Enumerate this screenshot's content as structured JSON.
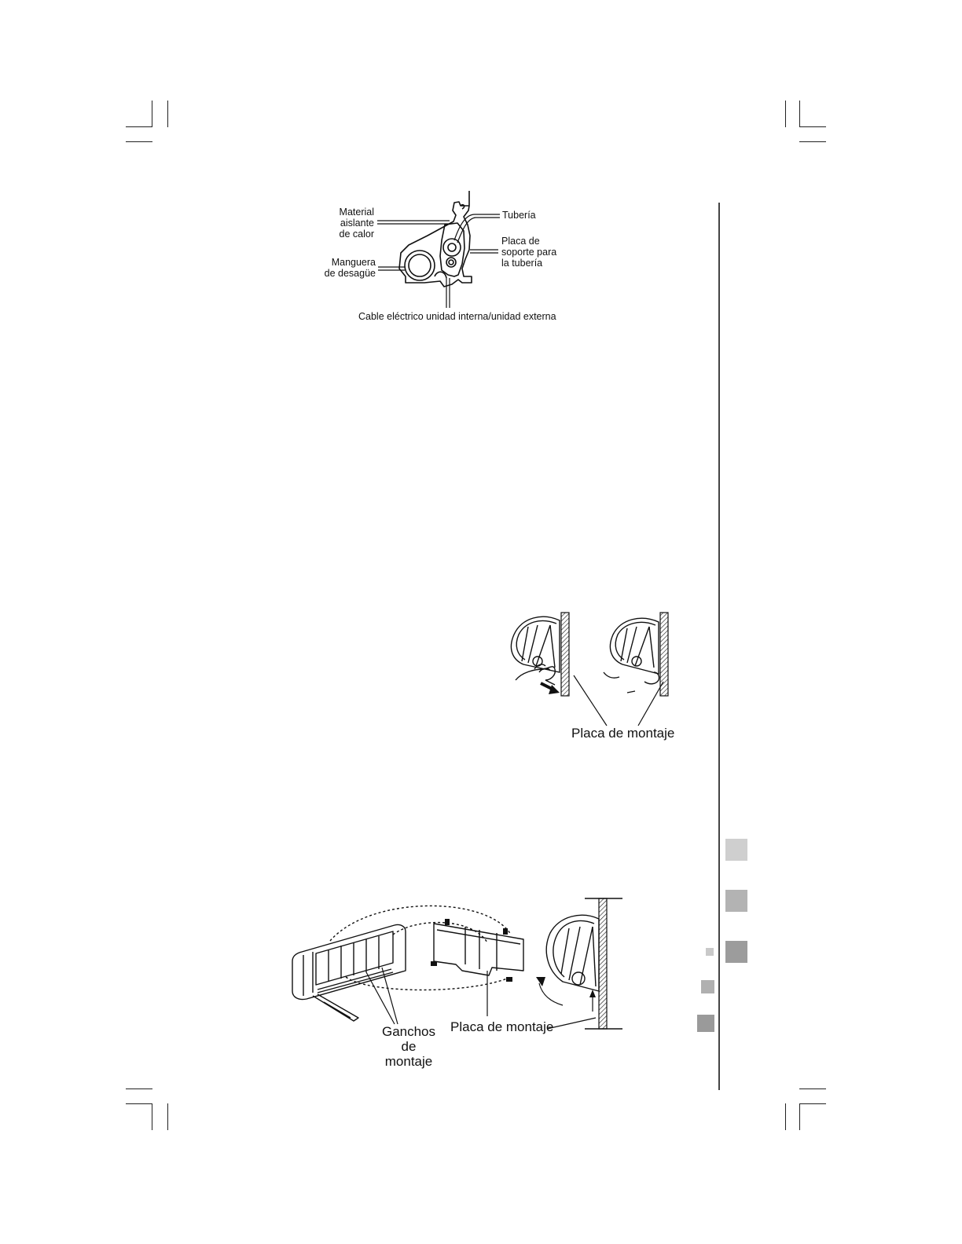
{
  "figure1": {
    "material_label": [
      "Material",
      "aislante",
      "de calor"
    ],
    "manguera_label": [
      "Manguera",
      "de desagüe"
    ],
    "tuberia_label": "Tubería",
    "placa_label": [
      "Placa de",
      "soporte para",
      "la tubería"
    ],
    "cable_label": "Cable eléctrico unidad interna/unidad externa"
  },
  "figure2": {
    "placa_label": "Placa de montaje"
  },
  "figure3": {
    "ganchos_label": [
      "Ganchos",
      "de montaje"
    ],
    "placa_label": "Placa de montaje"
  },
  "colors": {
    "swatch_light": "#c9c9c9",
    "swatch_mid": "#b0b0b0",
    "swatch_dark": "#9a9a9a"
  }
}
